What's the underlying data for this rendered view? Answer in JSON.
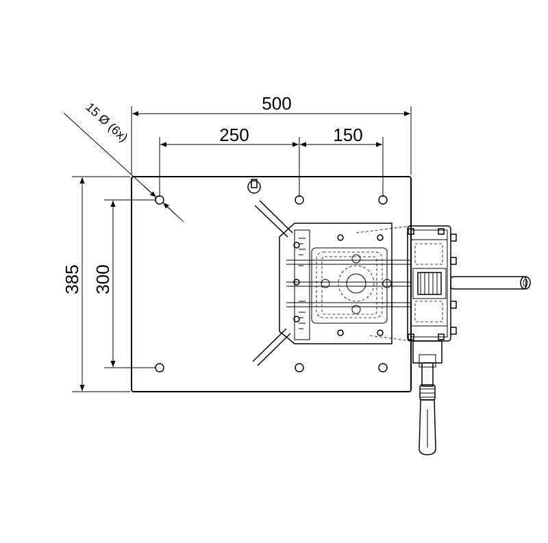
{
  "dimensions": {
    "overall_width": "500",
    "hole_spacing_1": "250",
    "hole_spacing_2": "150",
    "overall_height": "385",
    "hole_vertical_spacing": "300",
    "hole_callout": "15 Ø (6x)"
  }
}
